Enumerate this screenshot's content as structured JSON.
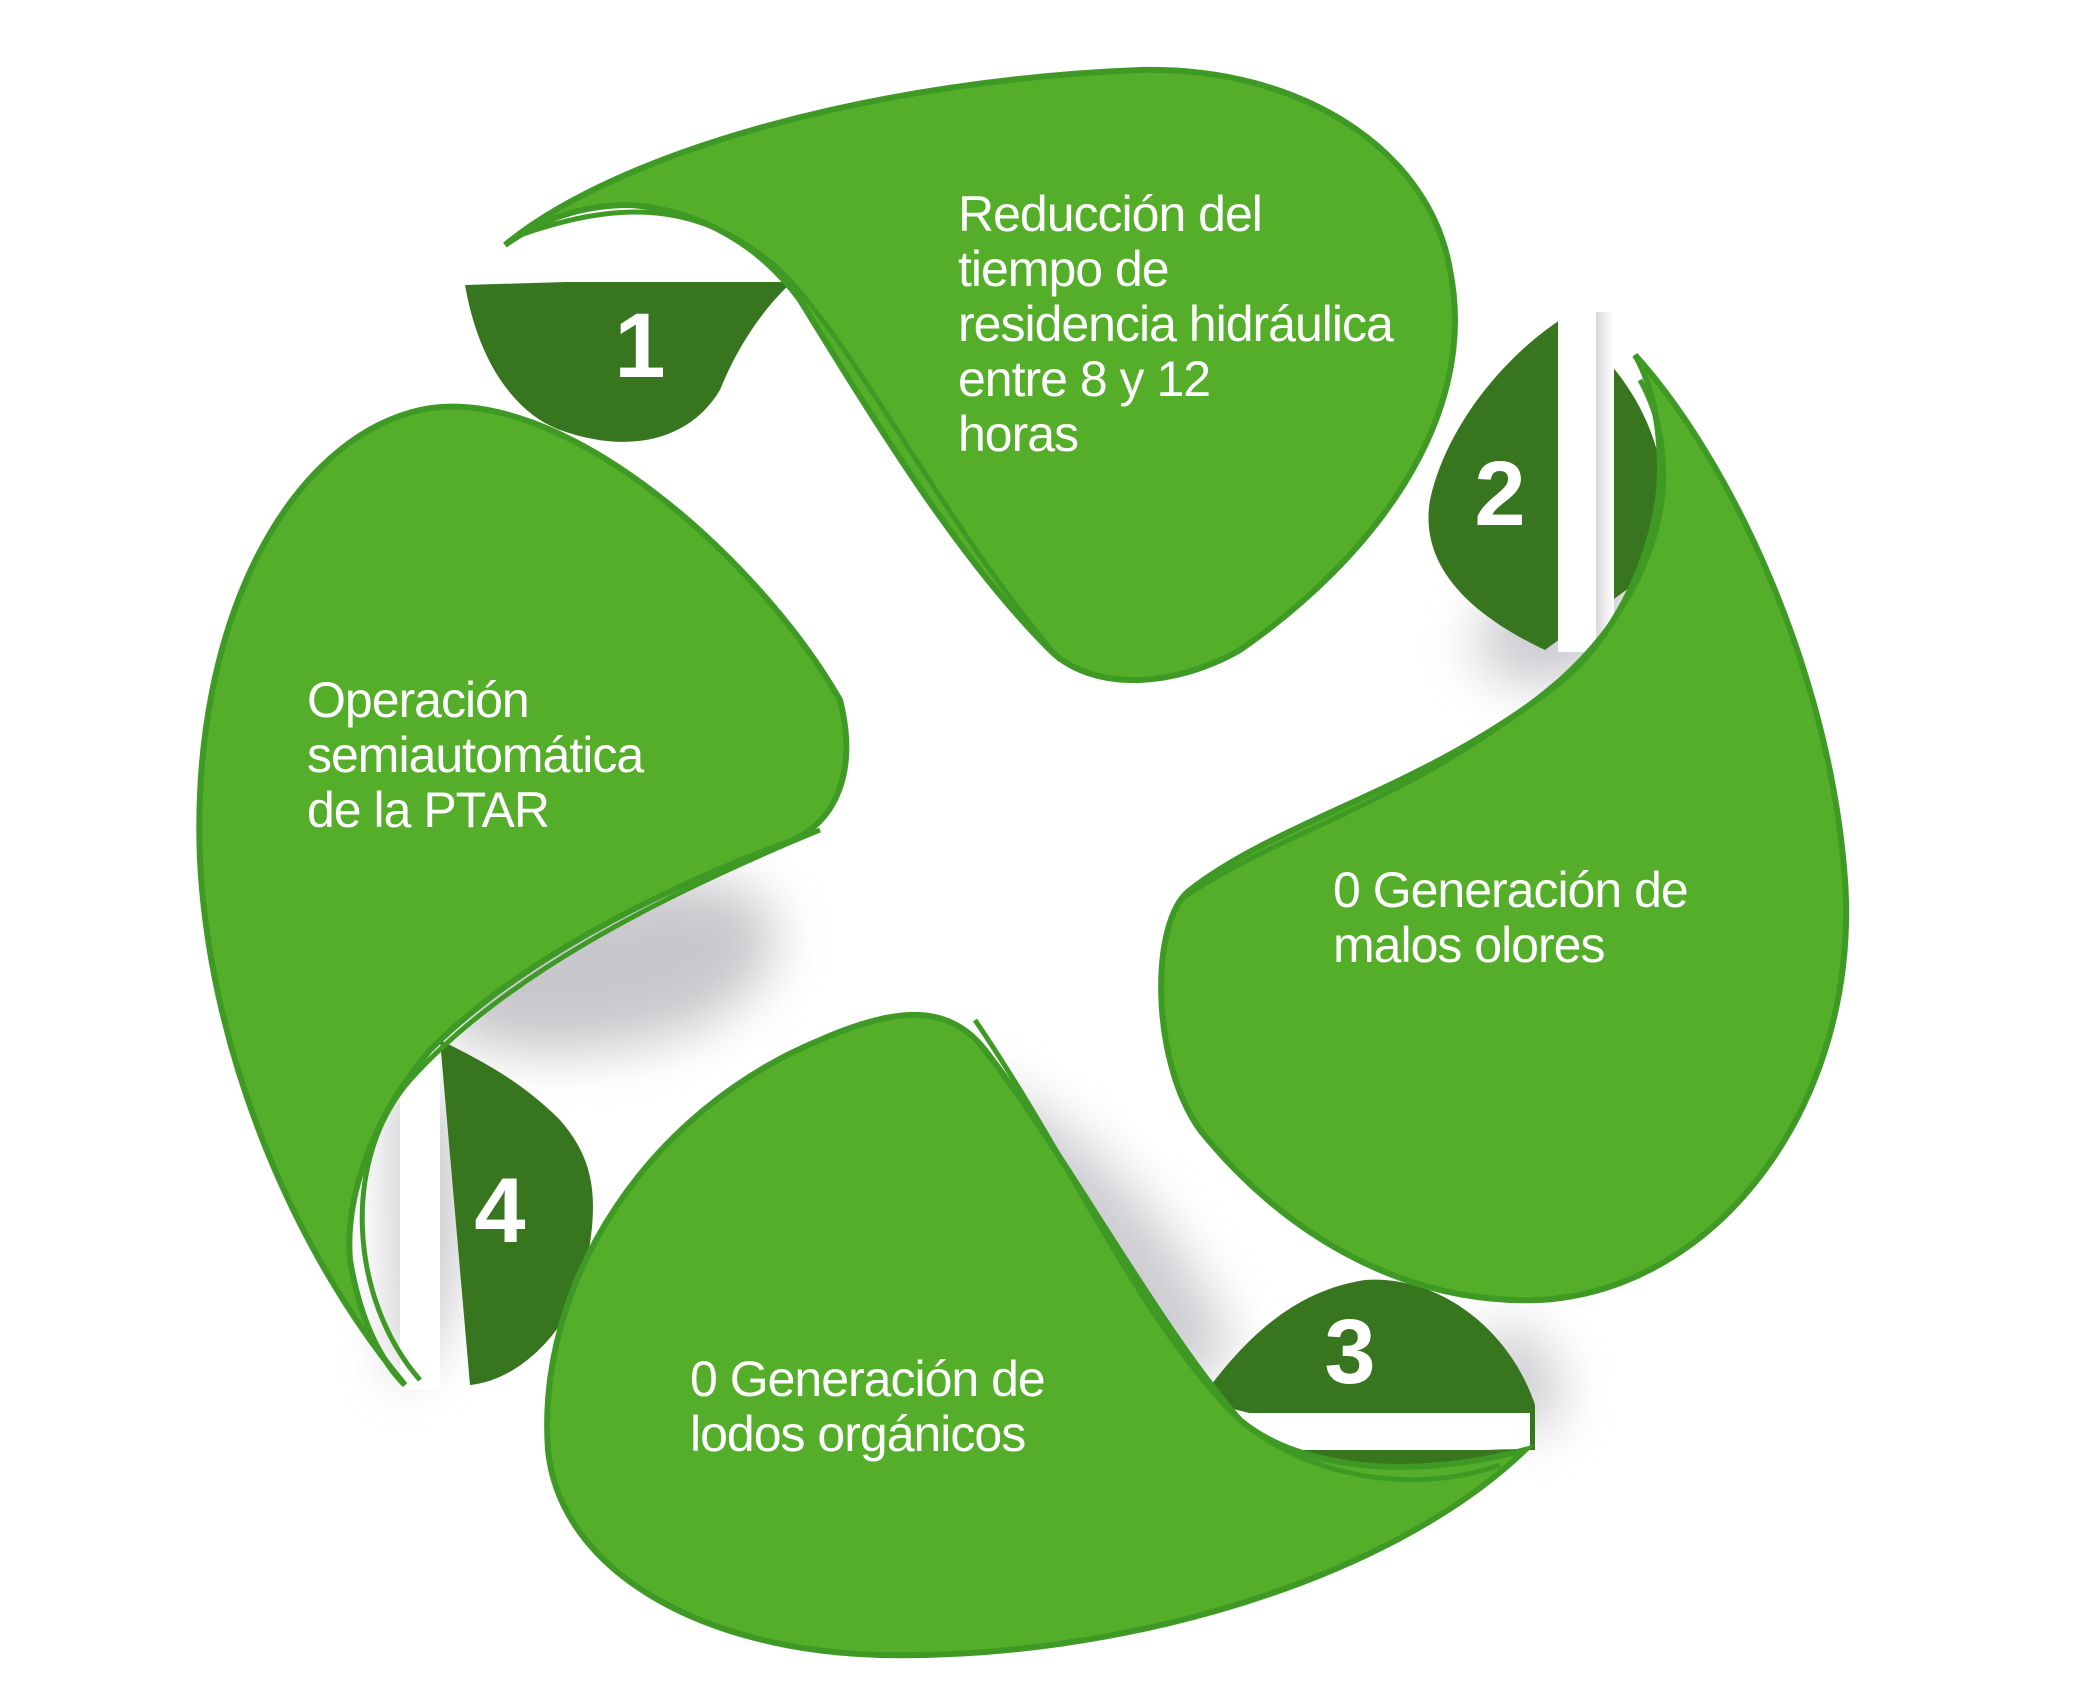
{
  "colors": {
    "leaf_green": "#55ae29",
    "leaf_edge": "#3f9a25",
    "tab_dark_green": "#37761f",
    "text": "#ffffff",
    "shadow": "#9b9ba3"
  },
  "steps": [
    {
      "number": "1",
      "lines": [
        "Reducción del",
        "tiempo de",
        "residencia hidráulica",
        "entre 8 y 12",
        "horas"
      ]
    },
    {
      "number": "2",
      "lines": [
        "0 Generación de",
        "malos olores"
      ]
    },
    {
      "number": "3",
      "lines": [
        "0 Generación de",
        "lodos orgánicos"
      ]
    },
    {
      "number": "4",
      "lines": [
        "Operación",
        "semiautomática",
        "de la PTAR"
      ]
    }
  ]
}
